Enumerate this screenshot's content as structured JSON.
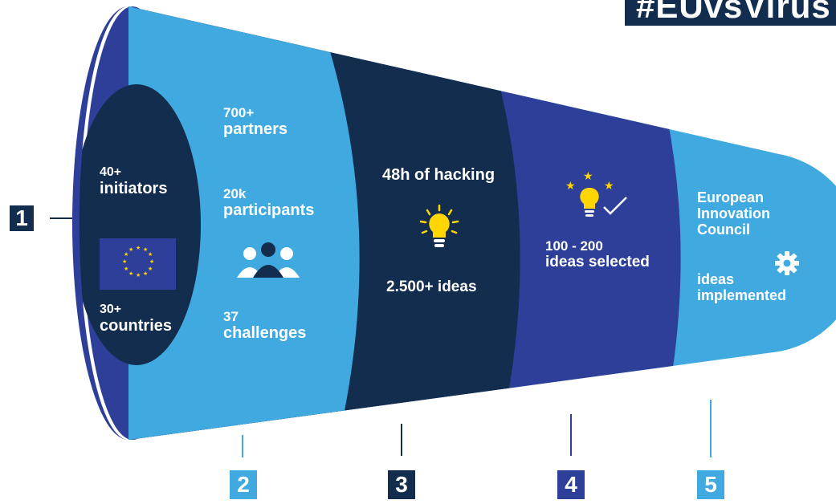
{
  "title": "#EUvsVirus",
  "colors": {
    "dark_navy": "#132d4f",
    "light_blue": "#3fa9e0",
    "royal_blue": "#2d3f99",
    "idea_yellow": "#ffd600",
    "white": "#ffffff"
  },
  "stages": [
    {
      "number": "1",
      "color": "#132d4f",
      "lines": [
        "40+",
        "initiators"
      ],
      "lines2": [
        "30+",
        "countries"
      ]
    },
    {
      "number": "2",
      "color": "#3fa9e0",
      "lines": [
        "700+",
        "partners"
      ],
      "lines2": [
        "20k",
        "participants"
      ],
      "lines3": [
        "37",
        "challenges"
      ]
    },
    {
      "number": "3",
      "color": "#132d4f",
      "lines": [
        "48h of hacking"
      ],
      "lines2": [
        "2.500+ ideas"
      ]
    },
    {
      "number": "4",
      "color": "#2d3f99",
      "lines": [
        "100 - 200",
        "ideas selected"
      ]
    },
    {
      "number": "5",
      "color": "#3fa9e0",
      "lines": [
        "European",
        "Innovation",
        "Council"
      ],
      "lines2": [
        "ideas",
        "implemented"
      ]
    }
  ],
  "icons": {
    "flag": "eu-flag-icon",
    "people": "people-group-icon",
    "bulb": "lightbulb-icon",
    "bulb_check": "lightbulb-check-icon",
    "gear": "gear-icon"
  }
}
